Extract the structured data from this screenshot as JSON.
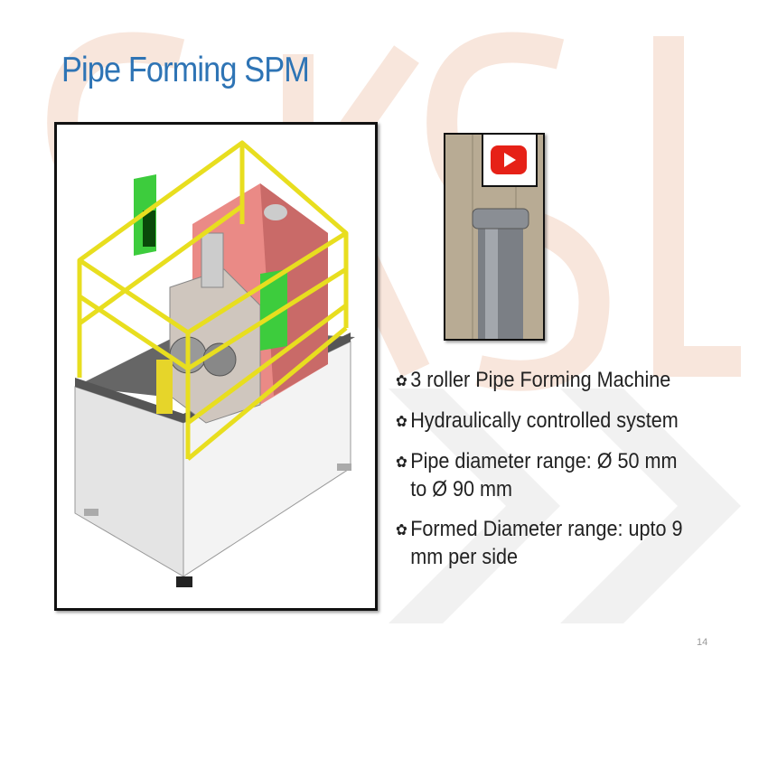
{
  "slide": {
    "title": "Pipe Forming SPM",
    "watermark": "SKSL",
    "bullets": [
      {
        "icon": "gear-bullet-icon",
        "text": "3 roller Pipe Forming Machine"
      },
      {
        "icon": "gear-bullet-icon",
        "text": "Hydraulically controlled system"
      },
      {
        "icon": "gear-bullet-icon",
        "text": "Pipe diameter range: Ø 50 mm\nto Ø 90 mm"
      },
      {
        "icon": "gear-bullet-icon",
        "text": "Formed Diameter range: upto 9\nmm per side"
      }
    ],
    "bullet_glyph": "✿",
    "page_number": "14",
    "video": {
      "icon": "youtube-play-icon"
    }
  },
  "colors": {
    "title": "#2e74b5",
    "youtube": "#e62117",
    "guard": "#f0e626",
    "tank": "#ee8a86",
    "panel": "#3dcc3d",
    "watermark": "#f7e3d8"
  }
}
